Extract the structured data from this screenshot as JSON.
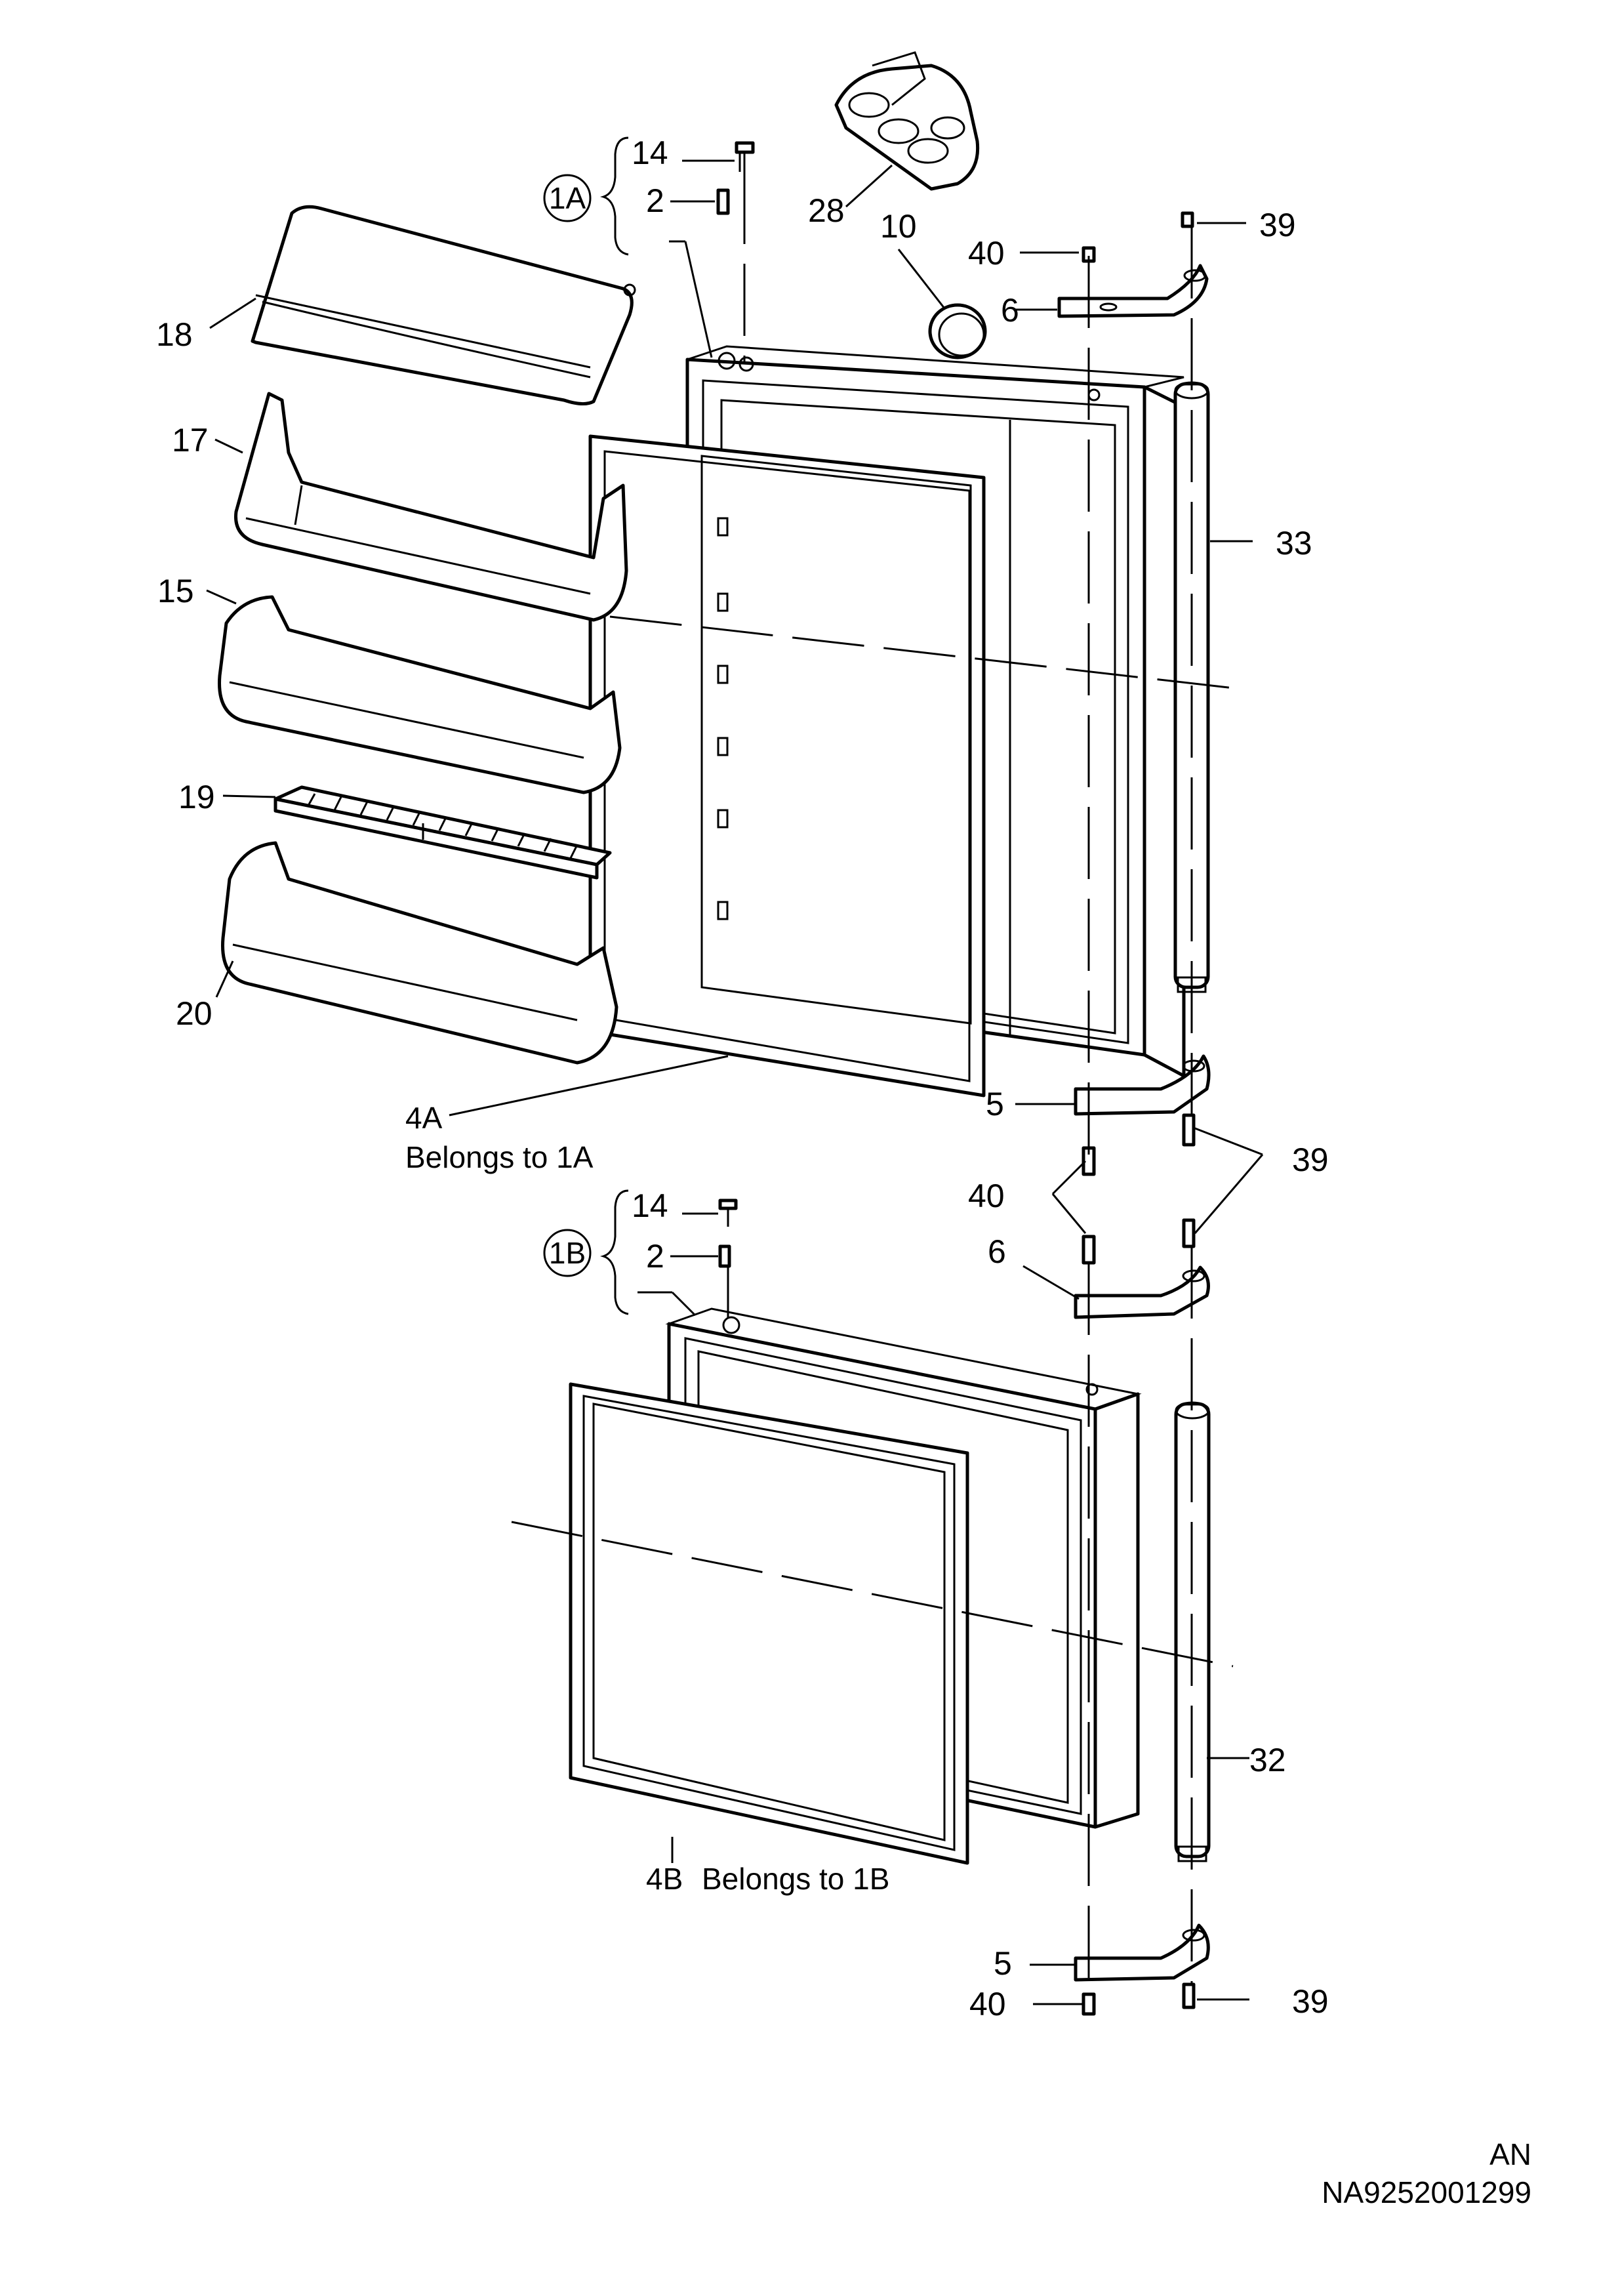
{
  "labels": {
    "l14a": "14",
    "l2a": "2",
    "l1a": "1A",
    "l28": "28",
    "l10": "10",
    "l40a": "40",
    "l39a": "39",
    "l6a": "6",
    "l18": "18",
    "l17": "17",
    "l33": "33",
    "l15": "15",
    "l19": "19",
    "l20": "20",
    "l5a": "5",
    "l4a": "4A",
    "l4a_note": "Belongs to 1A",
    "l39b": "39",
    "l40b": "40",
    "l14b": "14",
    "l2b": "2",
    "l1b": "1B",
    "l6b": "6",
    "l32": "32",
    "l4b": "4B",
    "l4b_note": "Belongs to 1B",
    "l5b": "5",
    "l40c": "40",
    "l39c": "39"
  },
  "footer": {
    "code_a": "AN",
    "code_b": "NA9252001299"
  }
}
